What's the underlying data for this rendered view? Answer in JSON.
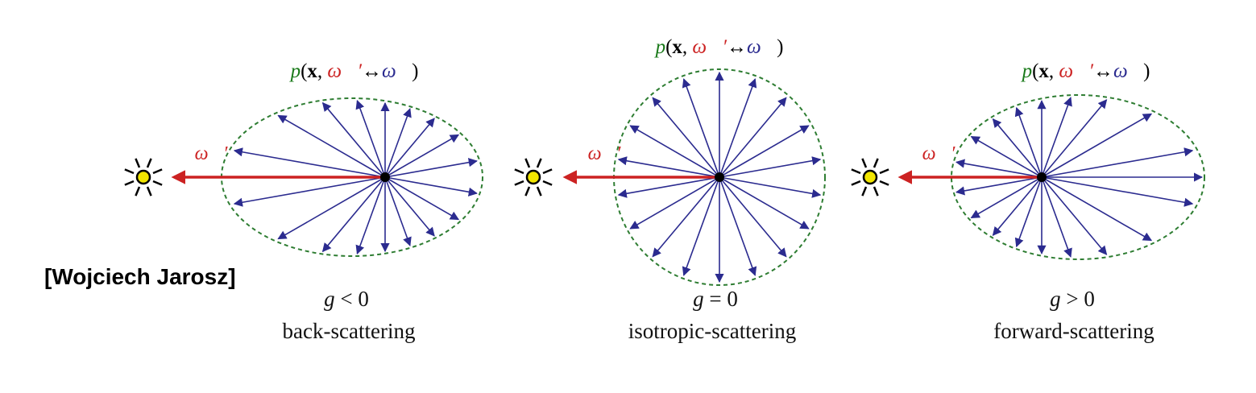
{
  "credit": "[Wojciech Jarosz]",
  "formula": {
    "p": "p",
    "open": "(",
    "x": "x",
    "comma": ", ",
    "omega_prime": "ω⃗′",
    "arrow": "↔",
    "omega": "ω⃗",
    "close": ")"
  },
  "panels": [
    {
      "g_var": "g",
      "g_rel": " < 0",
      "label": "back-scattering",
      "omega_label": "ω⃗′"
    },
    {
      "g_var": "g",
      "g_rel": " = 0",
      "label": "isotropic-scattering",
      "omega_label": "ω⃗′"
    },
    {
      "g_var": "g",
      "g_rel": " > 0",
      "label": "forward-scattering",
      "omega_label": "ω⃗′"
    }
  ],
  "colors": {
    "dashed_ellipse": "#2e7d32",
    "scatter_arrows": "#2b2b8f",
    "incident_arrow": "#cc2222",
    "light_source": "#f2e600",
    "center_point": "#000000"
  },
  "icons": [
    "light-source-icon"
  ]
}
